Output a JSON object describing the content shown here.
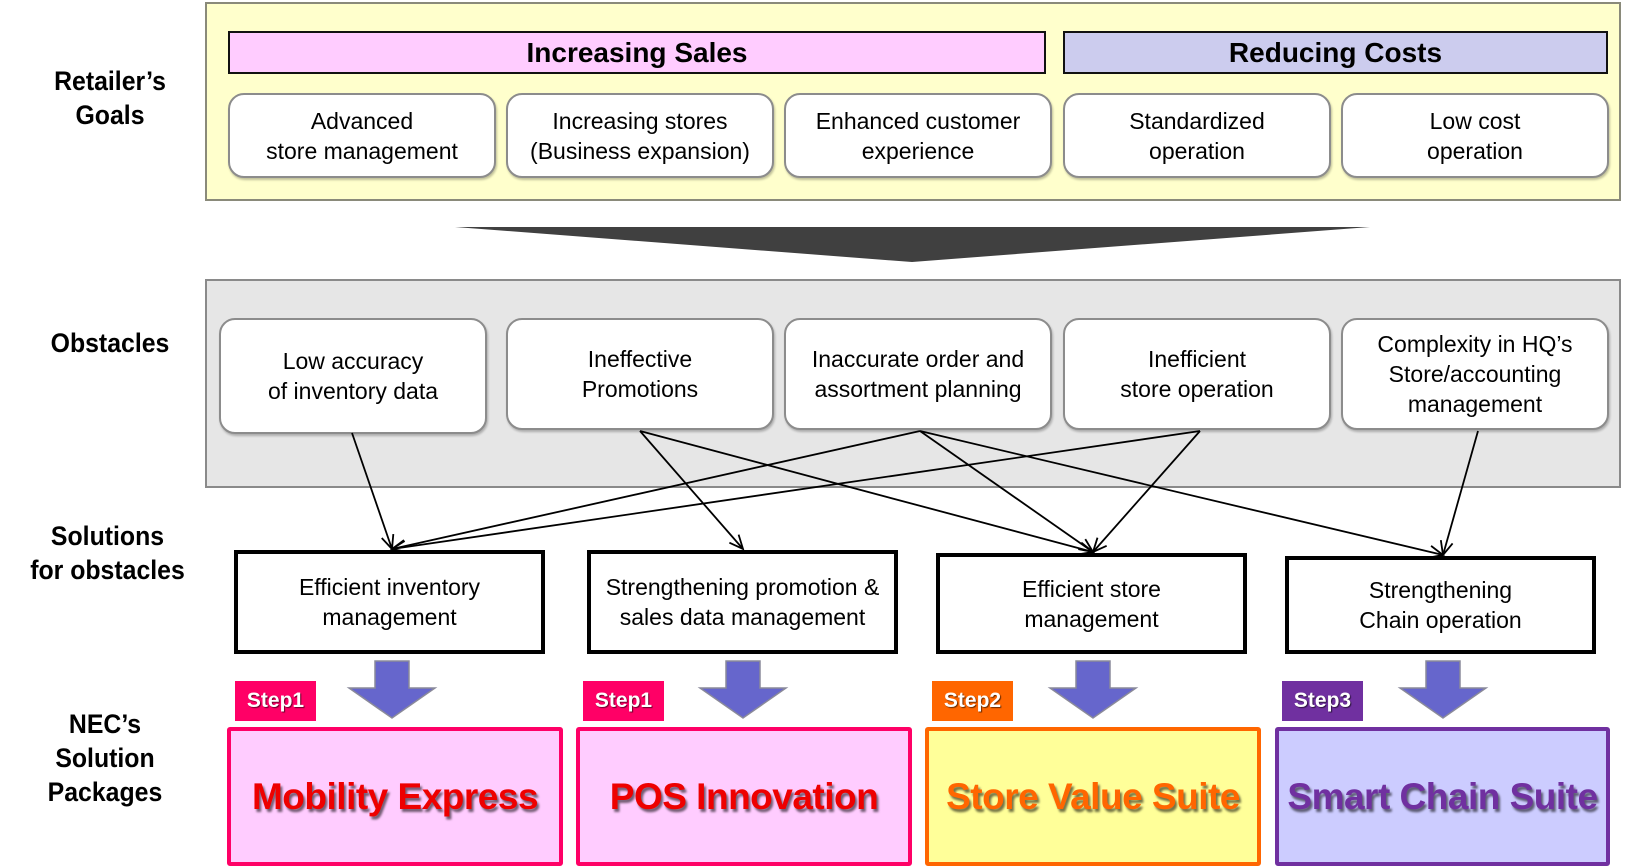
{
  "row_labels": {
    "goals": "Retailer’s\nGoals",
    "obstacles": "Obstacles",
    "solutions": "Solutions\nfor obstacles",
    "packages": "NEC’s\nSolution\nPackages"
  },
  "goals": {
    "categories": [
      {
        "label": "Increasing Sales",
        "color": "#ffccff"
      },
      {
        "label": "Reducing Costs",
        "color": "#ccccee"
      }
    ],
    "items": [
      {
        "label": "Advanced\nstore management",
        "category": "Increasing Sales"
      },
      {
        "label": "Increasing stores\n(Business expansion)",
        "category": "Increasing Sales"
      },
      {
        "label": "Enhanced customer\nexperience",
        "category": "Increasing Sales"
      },
      {
        "label": "Standardized\noperation",
        "category": "Reducing Costs"
      },
      {
        "label": "Low cost\noperation",
        "category": "Reducing Costs"
      }
    ],
    "panel_color": "#ffffcc"
  },
  "obstacles": {
    "panel_color": "#e6e6e6",
    "items": [
      {
        "id": "o1",
        "label": "Low accuracy\nof inventory data"
      },
      {
        "id": "o2",
        "label": "Ineffective\nPromotions"
      },
      {
        "id": "o3",
        "label": "Inaccurate order and\nassortment planning"
      },
      {
        "id": "o4",
        "label": "Inefficient\nstore operation"
      },
      {
        "id": "o5",
        "label": "Complexity in HQ’s\nStore/accounting\nmanagement"
      }
    ]
  },
  "solutions": {
    "items": [
      {
        "id": "s1",
        "label": "Efficient inventory\nmanagement"
      },
      {
        "id": "s2",
        "label": "Strengthening promotion &\nsales data management"
      },
      {
        "id": "s3",
        "label": "Efficient store\nmanagement"
      },
      {
        "id": "s4",
        "label": "Strengthening\nChain operation"
      }
    ]
  },
  "connections": [
    {
      "from": "o1",
      "to": "s1"
    },
    {
      "from": "o2",
      "to": "s2"
    },
    {
      "from": "o2",
      "to": "s3"
    },
    {
      "from": "o3",
      "to": "s1"
    },
    {
      "from": "o3",
      "to": "s3"
    },
    {
      "from": "o3",
      "to": "s4"
    },
    {
      "from": "o4",
      "to": "s1"
    },
    {
      "from": "o4",
      "to": "s3"
    },
    {
      "from": "o5",
      "to": "s4"
    }
  ],
  "packages": {
    "arrow_color": "#6666cc",
    "items": [
      {
        "step": "Step1",
        "name": "Mobility Express",
        "step_color": "#ff0066",
        "border_color": "#ff0066",
        "fill_color": "#ffccff",
        "text_color": "#ee0000"
      },
      {
        "step": "Step1",
        "name": "POS Innovation",
        "step_color": "#ff0066",
        "border_color": "#ff0066",
        "fill_color": "#ffccff",
        "text_color": "#ee0000"
      },
      {
        "step": "Step2",
        "name": "Store Value Suite",
        "step_color": "#ff6600",
        "border_color": "#ff6600",
        "fill_color": "#ffff99",
        "text_color": "#ff6600"
      },
      {
        "step": "Step3",
        "name": "Smart Chain Suite",
        "step_color": "#7030a0",
        "border_color": "#7030a0",
        "fill_color": "#ccccff",
        "text_color": "#7030a0"
      }
    ]
  }
}
